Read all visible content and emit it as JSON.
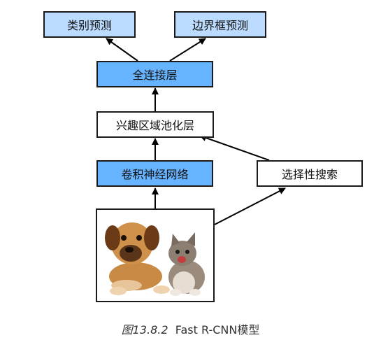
{
  "nodes": {
    "class_pred": "类别预测",
    "bbox_pred": "边界框预测",
    "fc": "全连接层",
    "roi_pool": "兴趣区域池化层",
    "cnn": "卷积神经网络",
    "selective_search": "选择性搜索"
  },
  "image": {
    "alt": "dog and cat photo"
  },
  "caption": {
    "fig": "图13.8.2",
    "title": "Fast R-CNN模型"
  },
  "colors": {
    "light_blue": "#bcdcff",
    "mid_blue": "#66b3ff",
    "border": "#1a1a1a"
  }
}
